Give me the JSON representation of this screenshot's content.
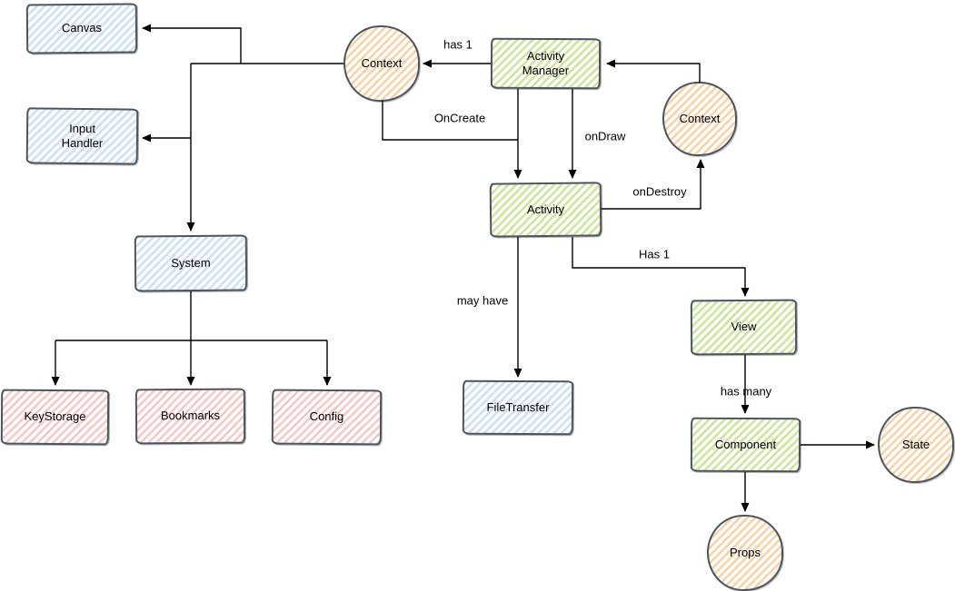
{
  "diagram": {
    "style": "hand-drawn-sketch",
    "colors": {
      "blue_fill": "#cfe0f3",
      "green_fill": "#cde49c",
      "orange_fill": "#f8d2a6",
      "pink_fill": "#f5c9c5",
      "shape_border": "#4d545c",
      "edge_stroke": "#000000",
      "text": "#000000"
    },
    "nodes": {
      "canvas": {
        "label": "Canvas",
        "shape": "rect",
        "color": "blue"
      },
      "input_handler": {
        "label": "Input\nHandler",
        "shape": "rect",
        "color": "blue"
      },
      "system": {
        "label": "System",
        "shape": "rect",
        "color": "blue"
      },
      "keystorage": {
        "label": "KeyStorage",
        "shape": "rect",
        "color": "pink"
      },
      "bookmarks": {
        "label": "Bookmarks",
        "shape": "rect",
        "color": "pink"
      },
      "config": {
        "label": "Config",
        "shape": "rect",
        "color": "pink"
      },
      "context_left": {
        "label": "Context",
        "shape": "circle",
        "color": "orange"
      },
      "activity_manager": {
        "label": "Activity\nManager",
        "shape": "rect",
        "color": "green"
      },
      "context_right": {
        "label": "Context",
        "shape": "circle",
        "color": "orange"
      },
      "activity": {
        "label": "Activity",
        "shape": "rect",
        "color": "green"
      },
      "filetransfer": {
        "label": "FileTransfer",
        "shape": "rect",
        "color": "blue"
      },
      "view": {
        "label": "View",
        "shape": "rect",
        "color": "green"
      },
      "component": {
        "label": "Component",
        "shape": "rect",
        "color": "green"
      },
      "state": {
        "label": "State",
        "shape": "circle",
        "color": "orange"
      },
      "props": {
        "label": "Props",
        "shape": "circle",
        "color": "orange"
      }
    },
    "edge_labels": {
      "has_1_context": "has 1",
      "oncreate": "OnCreate",
      "ondraw": "onDraw",
      "ondestroy": "onDestroy",
      "has_1_view": "Has 1",
      "may_have": "may have",
      "has_many": "has many"
    },
    "relations": [
      "Activity Manager -> Context (has 1)",
      "Context(right) -> Activity Manager",
      "Context(left) + Activity Manager -> Activity (OnCreate)",
      "Activity Manager -> Activity (onDraw)",
      "Activity -> Context(right) (onDestroy)",
      "Activity -> View (Has 1)",
      "Activity -> FileTransfer (may have)",
      "View -> Component (has many)",
      "Component -> State",
      "Component -> Props",
      "Context(left) -> Canvas",
      "Context(left) -> Input Handler",
      "Context(left) -> System",
      "System -> KeyStorage",
      "System -> Bookmarks",
      "System -> Config"
    ]
  }
}
